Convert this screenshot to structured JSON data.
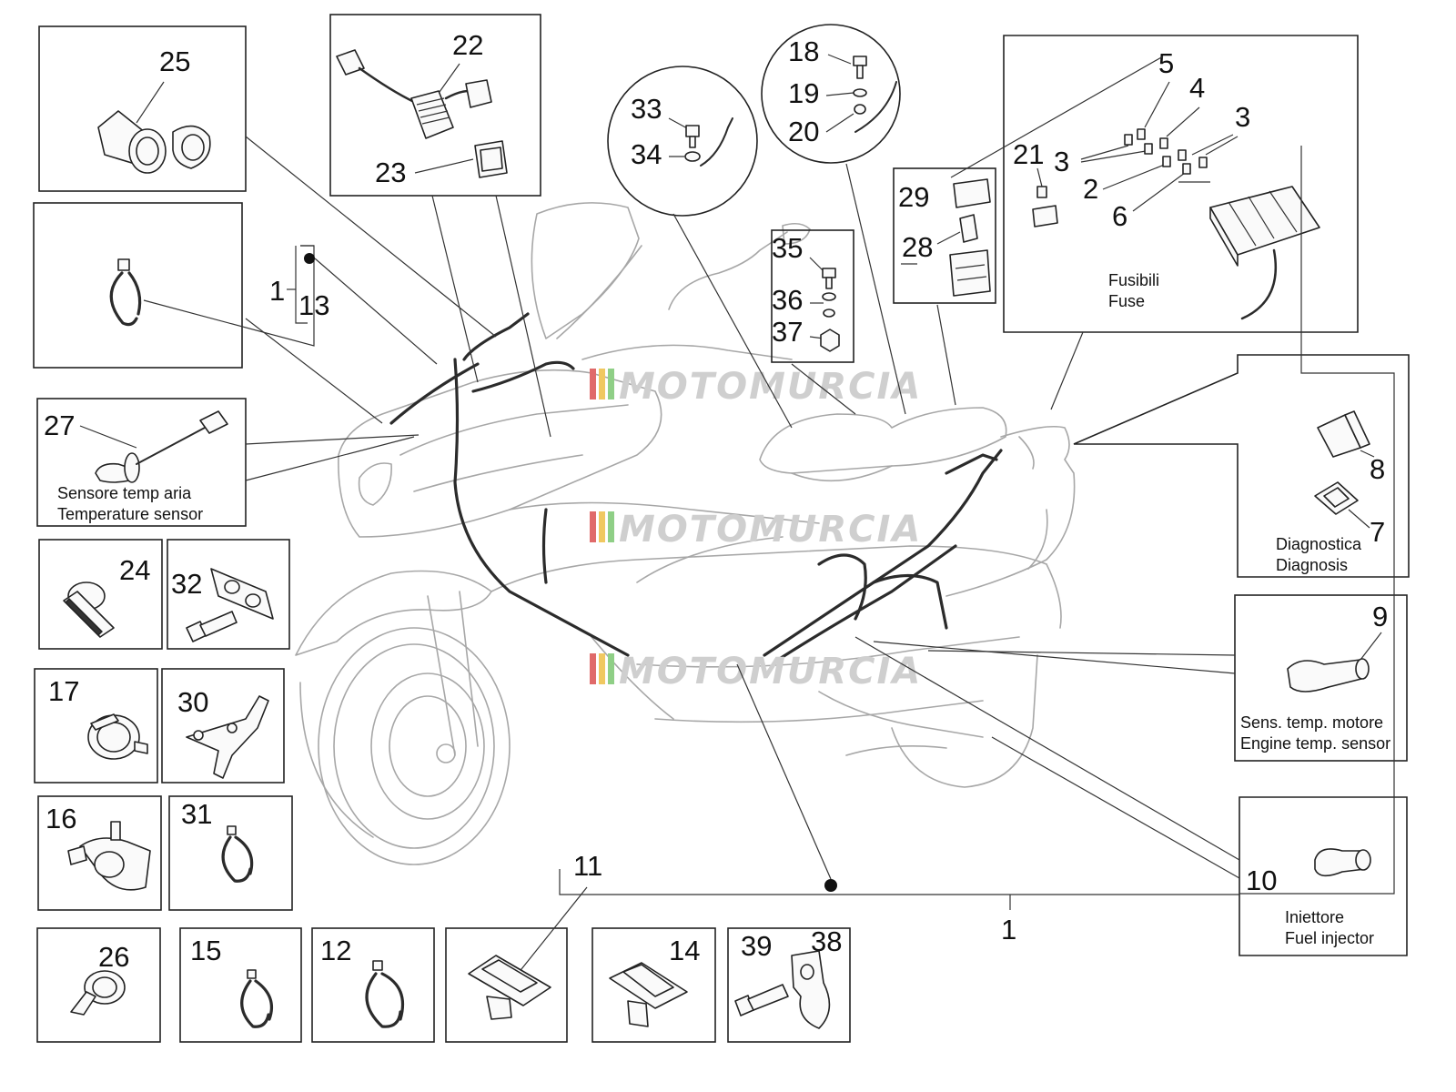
{
  "watermark": {
    "text": "MOTOMURCIA",
    "stripe_colors": [
      "#e06a6a",
      "#f0c860",
      "#8fcf86"
    ]
  },
  "callouts": {
    "n1_main": "1",
    "n1_group": "1",
    "n13": "13",
    "n2": "2",
    "n3a": "3",
    "n3b": "3",
    "n4": "4",
    "n5": "5",
    "n6": "6",
    "n7": "7",
    "n8": "8",
    "n9": "9",
    "n10": "10",
    "n11": "11",
    "n12": "12",
    "n14": "14",
    "n15": "15",
    "n16": "16",
    "n17": "17",
    "n18": "18",
    "n19": "19",
    "n20": "20",
    "n21": "21",
    "n22": "22",
    "n23": "23",
    "n24": "24",
    "n25": "25",
    "n26": "26",
    "n27": "27",
    "n28": "28",
    "n29": "29",
    "n30": "30",
    "n31": "31",
    "n32": "32",
    "n33": "33",
    "n34": "34",
    "n35": "35",
    "n36": "36",
    "n37": "37",
    "n38": "38",
    "n39": "39"
  },
  "captions": {
    "air_temp_it": "Sensore temp aria",
    "air_temp_en": "Temperature sensor",
    "fuse_it": "Fusibili",
    "fuse_en": "Fuse",
    "diag_it": "Diagnostica",
    "diag_en": "Diagnosis",
    "engine_temp_it": "Sens. temp. motore",
    "engine_temp_en": "Engine temp. sensor",
    "injector_it": "Iniettore",
    "injector_en": "Fuel injector"
  }
}
